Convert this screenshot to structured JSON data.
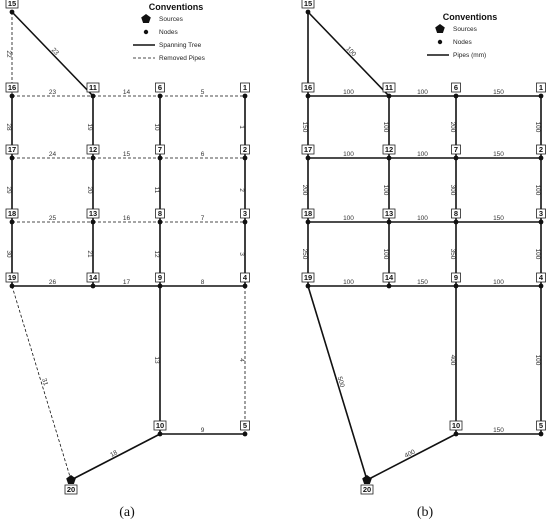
{
  "panels": [
    {
      "id": "a",
      "caption": "(a)",
      "legend": {
        "title": "Conventions",
        "items": [
          {
            "symbol": "source",
            "label": "Sources"
          },
          {
            "symbol": "node",
            "label": "Nodes"
          },
          {
            "symbol": "solid",
            "label": "Spanning Tree"
          },
          {
            "symbol": "dashed",
            "label": "Removed Pipes"
          }
        ]
      },
      "pipes": [
        {
          "from": "15",
          "to": "16",
          "label": "22",
          "style": "dashed"
        },
        {
          "from": "15",
          "to": "11",
          "label": "23",
          "style": "solid"
        },
        {
          "from": "16",
          "to": "11",
          "label": "23",
          "style": "dashed"
        },
        {
          "from": "11",
          "to": "6",
          "label": "14",
          "style": "dashed"
        },
        {
          "from": "6",
          "to": "1",
          "label": "5",
          "style": "dashed"
        },
        {
          "from": "16",
          "to": "17",
          "label": "28",
          "style": "solid"
        },
        {
          "from": "11",
          "to": "12",
          "label": "19",
          "style": "solid"
        },
        {
          "from": "6",
          "to": "7",
          "label": "10",
          "style": "solid"
        },
        {
          "from": "1",
          "to": "2",
          "label": "1",
          "style": "solid"
        },
        {
          "from": "17",
          "to": "12",
          "label": "24",
          "style": "dashed"
        },
        {
          "from": "12",
          "to": "7",
          "label": "15",
          "style": "dashed"
        },
        {
          "from": "7",
          "to": "2",
          "label": "6",
          "style": "dashed"
        },
        {
          "from": "17",
          "to": "18",
          "label": "29",
          "style": "solid"
        },
        {
          "from": "12",
          "to": "13",
          "label": "20",
          "style": "solid"
        },
        {
          "from": "7",
          "to": "8",
          "label": "11",
          "style": "solid"
        },
        {
          "from": "2",
          "to": "3",
          "label": "2",
          "style": "solid"
        },
        {
          "from": "18",
          "to": "13",
          "label": "25",
          "style": "dashed"
        },
        {
          "from": "13",
          "to": "8",
          "label": "16",
          "style": "dashed"
        },
        {
          "from": "8",
          "to": "3",
          "label": "7",
          "style": "dashed"
        },
        {
          "from": "18",
          "to": "19",
          "label": "30",
          "style": "solid"
        },
        {
          "from": "13",
          "to": "14",
          "label": "21",
          "style": "solid"
        },
        {
          "from": "8",
          "to": "9",
          "label": "12",
          "style": "solid"
        },
        {
          "from": "3",
          "to": "4",
          "label": "3",
          "style": "solid"
        },
        {
          "from": "19",
          "to": "14",
          "label": "26",
          "style": "solid"
        },
        {
          "from": "14",
          "to": "9",
          "label": "17",
          "style": "solid"
        },
        {
          "from": "9",
          "to": "4",
          "label": "8",
          "style": "solid"
        },
        {
          "from": "9",
          "to": "10",
          "label": "13",
          "style": "solid"
        },
        {
          "from": "4",
          "to": "5",
          "label": "4",
          "style": "dashed"
        },
        {
          "from": "10",
          "to": "5",
          "label": "9",
          "style": "solid"
        },
        {
          "from": "19",
          "to": "20",
          "label": "31",
          "style": "dashed"
        },
        {
          "from": "20",
          "to": "10",
          "label": "18",
          "style": "solid"
        }
      ]
    },
    {
      "id": "b",
      "caption": "(b)",
      "legend": {
        "title": "Conventions",
        "items": [
          {
            "symbol": "source",
            "label": "Sources"
          },
          {
            "symbol": "node",
            "label": "Nodes"
          },
          {
            "symbol": "solid",
            "label": "Pipes (mm)"
          }
        ]
      },
      "pipes": [
        {
          "from": "15",
          "to": "16",
          "label": "",
          "style": "solid"
        },
        {
          "from": "15",
          "to": "11",
          "label": "100",
          "style": "solid"
        },
        {
          "from": "16",
          "to": "11",
          "label": "100",
          "style": "solid"
        },
        {
          "from": "11",
          "to": "6",
          "label": "100",
          "style": "solid"
        },
        {
          "from": "6",
          "to": "1",
          "label": "150",
          "style": "solid"
        },
        {
          "from": "16",
          "to": "17",
          "label": "150",
          "style": "solid"
        },
        {
          "from": "11",
          "to": "12",
          "label": "100",
          "style": "solid"
        },
        {
          "from": "6",
          "to": "7",
          "label": "200",
          "style": "solid"
        },
        {
          "from": "1",
          "to": "2",
          "label": "100",
          "style": "solid"
        },
        {
          "from": "17",
          "to": "12",
          "label": "100",
          "style": "solid"
        },
        {
          "from": "12",
          "to": "7",
          "label": "100",
          "style": "solid"
        },
        {
          "from": "7",
          "to": "2",
          "label": "150",
          "style": "solid"
        },
        {
          "from": "17",
          "to": "18",
          "label": "200",
          "style": "solid"
        },
        {
          "from": "12",
          "to": "13",
          "label": "100",
          "style": "solid"
        },
        {
          "from": "7",
          "to": "8",
          "label": "300",
          "style": "solid"
        },
        {
          "from": "2",
          "to": "3",
          "label": "100",
          "style": "solid"
        },
        {
          "from": "18",
          "to": "13",
          "label": "100",
          "style": "solid"
        },
        {
          "from": "13",
          "to": "8",
          "label": "100",
          "style": "solid"
        },
        {
          "from": "8",
          "to": "3",
          "label": "150",
          "style": "solid"
        },
        {
          "from": "18",
          "to": "19",
          "label": "250",
          "style": "solid"
        },
        {
          "from": "13",
          "to": "14",
          "label": "100",
          "style": "solid"
        },
        {
          "from": "8",
          "to": "9",
          "label": "350",
          "style": "solid"
        },
        {
          "from": "3",
          "to": "4",
          "label": "100",
          "style": "solid"
        },
        {
          "from": "19",
          "to": "14",
          "label": "100",
          "style": "solid"
        },
        {
          "from": "14",
          "to": "9",
          "label": "150",
          "style": "solid"
        },
        {
          "from": "9",
          "to": "4",
          "label": "100",
          "style": "solid"
        },
        {
          "from": "9",
          "to": "10",
          "label": "400",
          "style": "solid"
        },
        {
          "from": "4",
          "to": "5",
          "label": "100",
          "style": "solid"
        },
        {
          "from": "10",
          "to": "5",
          "label": "150",
          "style": "solid"
        },
        {
          "from": "19",
          "to": "20",
          "label": "500",
          "style": "solid"
        },
        {
          "from": "20",
          "to": "10",
          "label": "400",
          "style": "solid"
        }
      ]
    }
  ]
}
